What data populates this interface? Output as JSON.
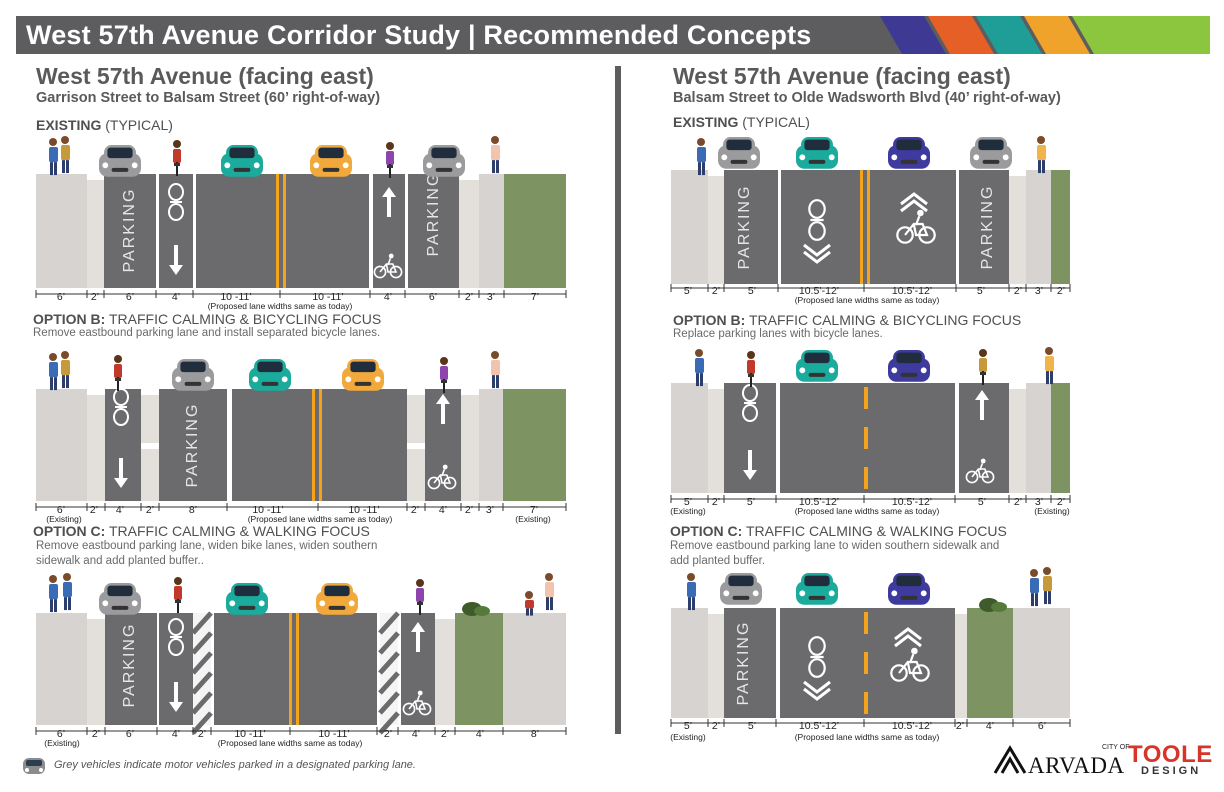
{
  "header": {
    "title": "West 57th Avenue Corridor Study | Recommended Concepts",
    "stripe_colors": [
      "#3e3a93",
      "#e65f26",
      "#1e9e96",
      "#f0a32a",
      "#8cc63f"
    ]
  },
  "colors": {
    "asphalt": "#6b6b6d",
    "sidewalk": "#d7d3d0",
    "curb": "#e3e0dc",
    "planted": "#7d9462",
    "centerline": "#f3a41c",
    "banner": "#5d5d5f"
  },
  "left": {
    "title": "West 57th Avenue (facing east)",
    "subtitle": "Garrison Street to Balsam Street (60’ right-of-way)",
    "existing": {
      "heading_bold": "EXISTING",
      "heading_rest": " (TYPICAL)"
    },
    "option_b": {
      "heading_bold": "OPTION B:",
      "heading_rest": " TRAFFIC CALMING & BICYCLING FOCUS",
      "desc": "Remove eastbound parking lane and install separated bicycle lanes."
    },
    "option_c": {
      "heading_bold": "OPTION C:",
      "heading_rest": " TRAFFIC CALMING & WALKING FOCUS",
      "desc": "Remove eastbound parking lane, widen bike lanes, widen southern sidewalk and add planted buffer.."
    },
    "existing_dims": [
      "6’",
      "2’",
      "6’",
      "4’",
      "10 -11’",
      "10 -11’",
      "4’",
      "6’",
      "2’",
      "3’",
      "7’"
    ],
    "option_b_dims": [
      "6’",
      "2’",
      "4’",
      "2’",
      "8’",
      "10 -11’",
      "10 -11’",
      "2’",
      "4’",
      "2’",
      "3’",
      "7’"
    ],
    "option_c_dims": [
      "6’",
      "2’",
      "6’",
      "4’",
      "2’",
      "10 -11’",
      "10 -11’",
      "2’",
      "4’",
      "2’",
      "4’",
      "8’"
    ],
    "note_same": "(Proposed lane widths same as today)",
    "existing_note": "(Existing)"
  },
  "right": {
    "title": "West 57th Avenue (facing east)",
    "subtitle": "Balsam Street to Olde Wadsworth Blvd (40’ right-of-way)",
    "existing": {
      "heading_bold": "EXISTING",
      "heading_rest": " (TYPICAL)"
    },
    "option_b": {
      "heading_bold": "OPTION B:",
      "heading_rest": " TRAFFIC CALMING & BICYCLING FOCUS",
      "desc": "Replace parking lanes with bicycle lanes."
    },
    "option_c": {
      "heading_bold": "OPTION C:",
      "heading_rest": " TRAFFIC CALMING & WALKING FOCUS",
      "desc": "Remove eastbound parking lane to widen southern sidewalk and add planted buffer."
    },
    "existing_dims": [
      "5’",
      "2’",
      "5’",
      "10.5’-12’",
      "10.5’-12’",
      "5’",
      "2’",
      "3’",
      "2’"
    ],
    "option_b_dims": [
      "5’",
      "2’",
      "5’",
      "10.5’-12’",
      "10.5’-12’",
      "5’",
      "2’",
      "3’",
      "2’"
    ],
    "option_c_dims": [
      "5’",
      "2’",
      "5’",
      "10.5’-12’",
      "10.5’-12’",
      "2’",
      "4’",
      "6’"
    ],
    "note_same": "(Proposed lane widths same as today)",
    "existing_note": "(Existing)"
  },
  "lane_labels": {
    "parking": "PARKING"
  },
  "footnote": "Grey vehicles indicate motor vehicles parked in a designated parking lane.",
  "logos": {
    "city_of": "CITY OF",
    "arvada": "ARVADA",
    "toole": "TOOLE",
    "design": "DESIGN"
  },
  "icons": [
    "car-icon",
    "pedestrian-icon",
    "cyclist-icon",
    "bike-symbol-icon",
    "arrow-up-icon",
    "arrow-down-icon",
    "shrub-icon"
  ]
}
